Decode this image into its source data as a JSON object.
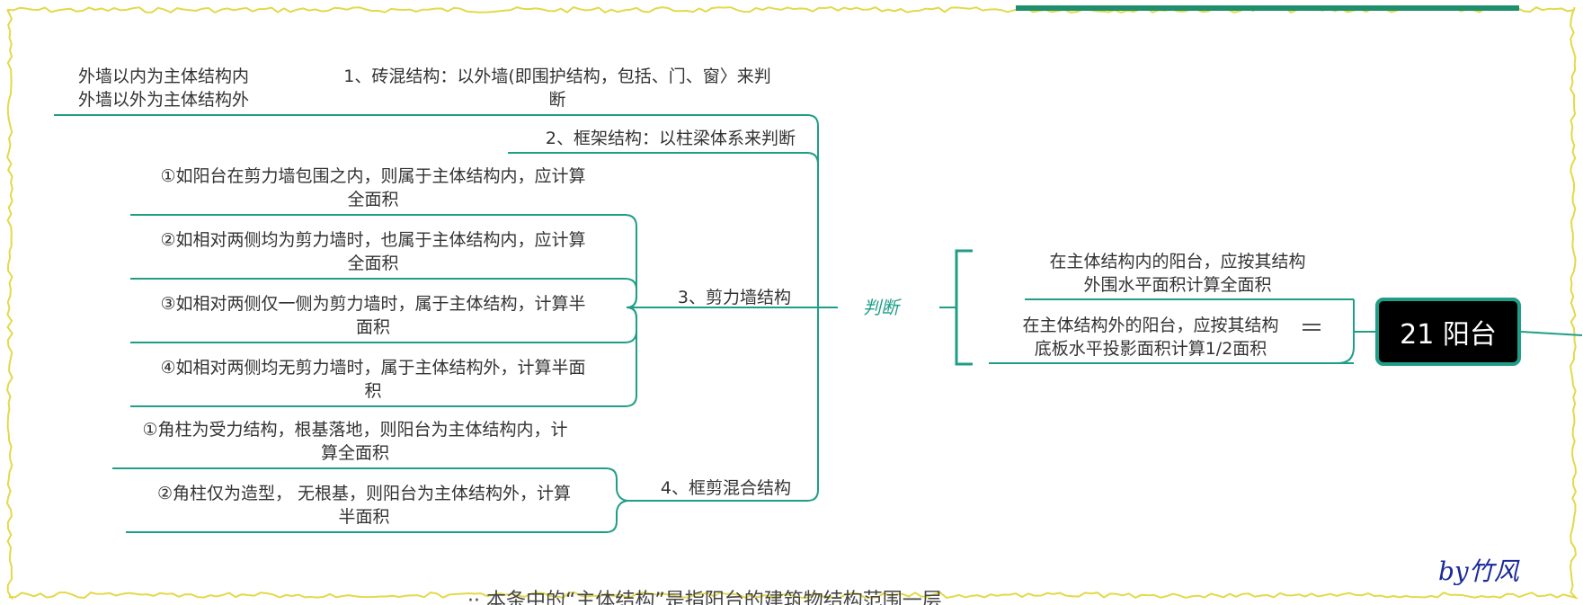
{
  "root": {
    "label": "21 阳台"
  },
  "judge": {
    "label": "判断"
  },
  "balcony": {
    "inside": {
      "line1": "在主体结构内的阳台，应按其结构",
      "line2": "外围水平面积计算全面积"
    },
    "outside": {
      "line1": "在主体结构外的阳台，应按其结构",
      "line2": "底板水平投影面积计算1/2面积"
    }
  },
  "brick": {
    "line1": "1、砖混结构：以外墙(即围护结构，包括、门、窗〉来判",
    "line2": "断",
    "note1": "外墙以内为主体结构内",
    "note2": "外墙以外为主体结构外"
  },
  "frame_struct": {
    "label": "2、框架结构：以柱梁体系来判断"
  },
  "shear_wall": {
    "label": "3、剪力墙结构",
    "items": [
      {
        "line1": "①如阳台在剪力墙包围之内，则属于主体结构内，应计算",
        "line2": "全面积"
      },
      {
        "line1": "②如相对两侧均为剪力墙时，也属于主体结构内，应计算",
        "line2": "全面积"
      },
      {
        "line1": "③如相对两侧仅一侧为剪力墙时，属于主体结构，计算半",
        "line2": "面积"
      },
      {
        "line1": "④如相对两侧均无剪力墙时，属于主体结构外，计算半面",
        "line2": "积"
      }
    ]
  },
  "frame_shear": {
    "label": "4、框剪混合结构",
    "items": [
      {
        "line1": "①角柱为受力结构，根基落地，则阳台为主体结构内，计",
        "line2": "算全面积"
      },
      {
        "line1": "②角柱仅为造型， 无根基，则阳台为主体结构外，计算",
        "line2": "半面积"
      }
    ]
  },
  "signature": "by竹风",
  "bottom_text": "·· 本条中的“主体结构”是指阳台的建筑物结构范围一层",
  "colors": {
    "branch": "#1f9e87",
    "frame_border": "#e3d94a",
    "root_bg": "#000000"
  }
}
